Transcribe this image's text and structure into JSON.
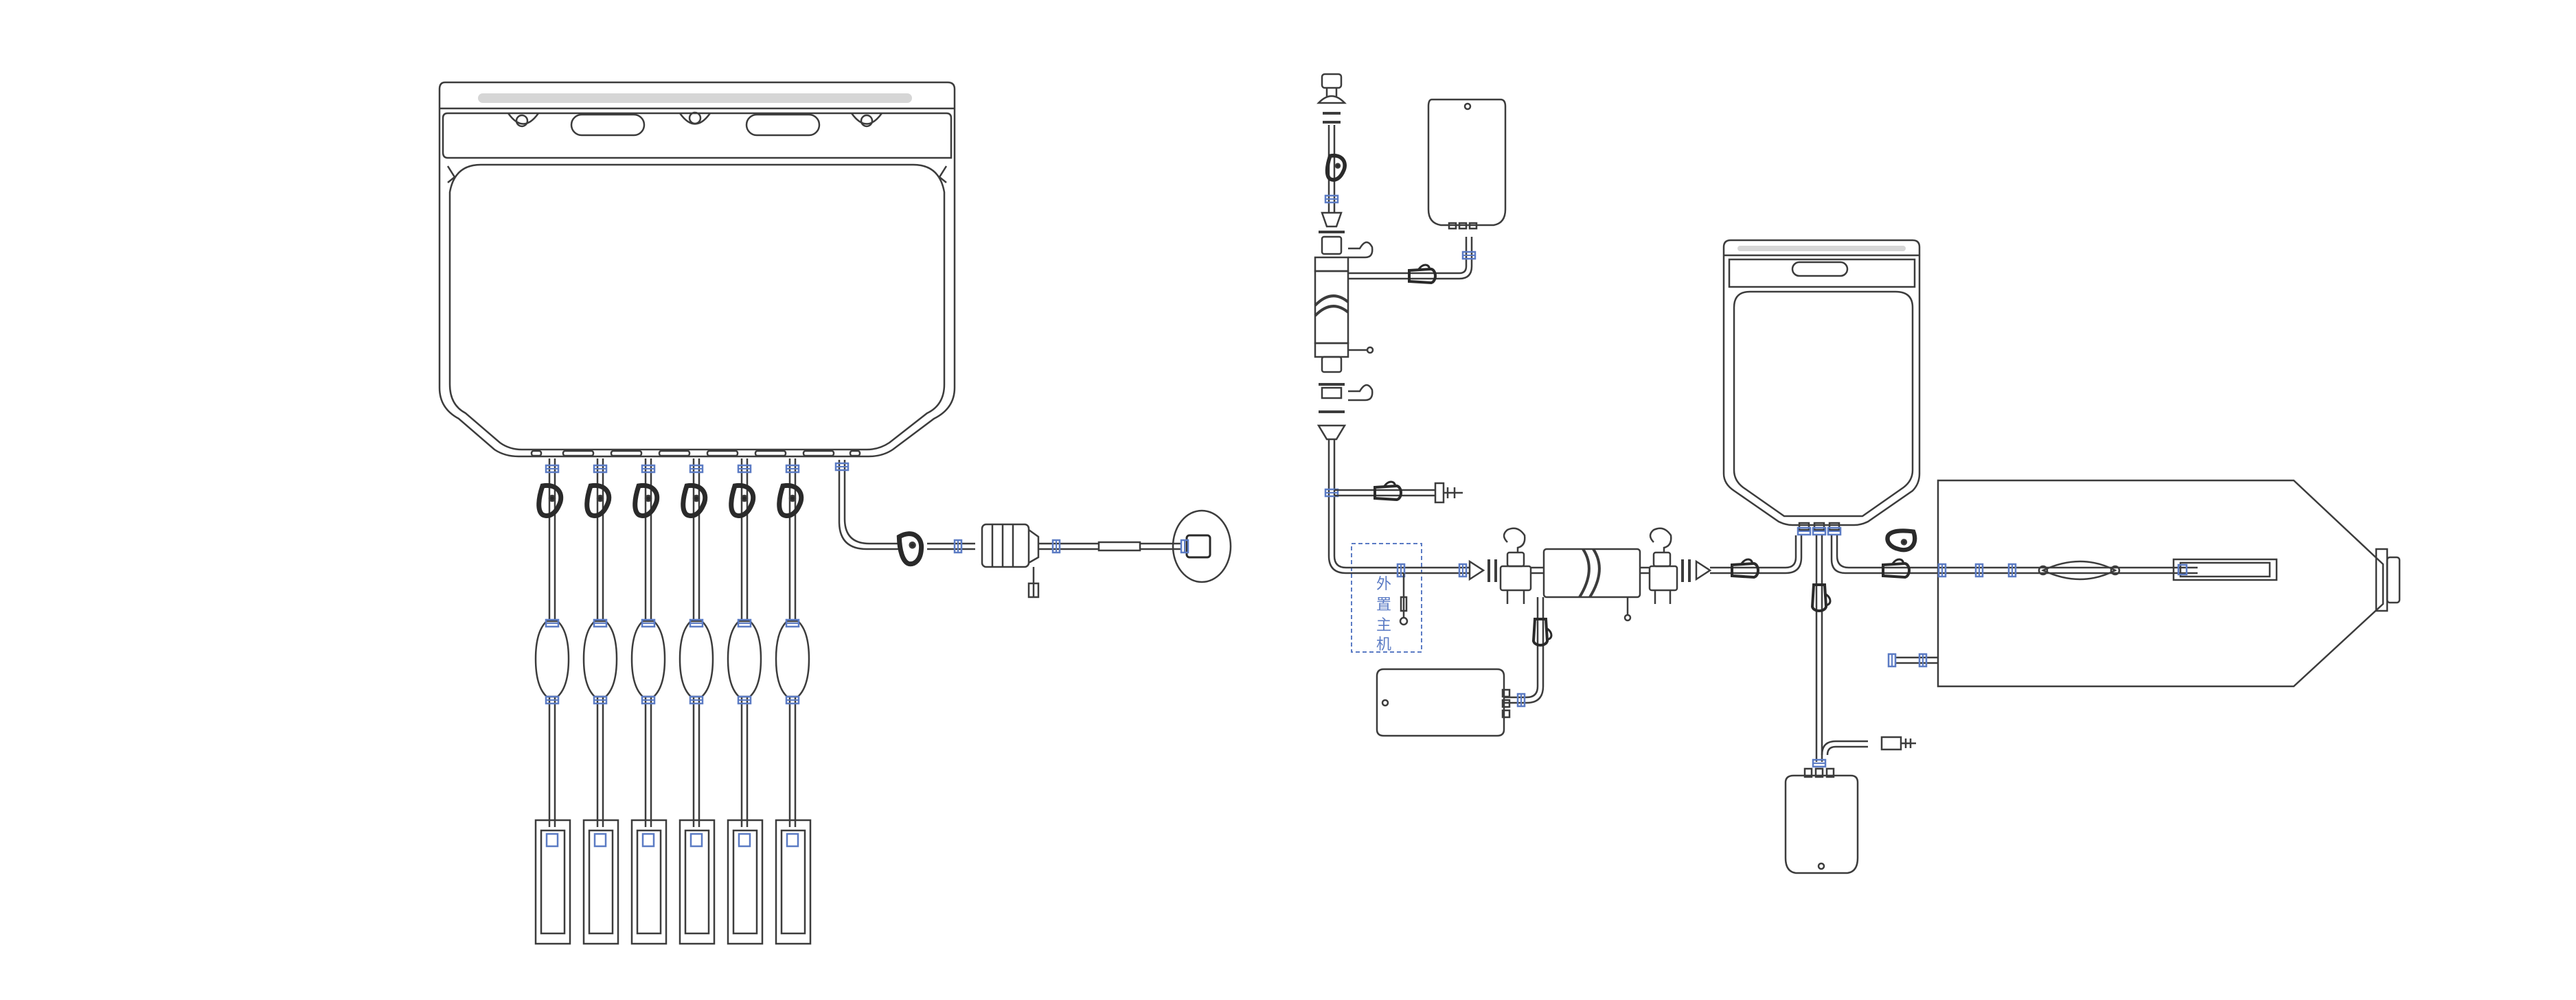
{
  "annotation": {
    "label_chars": [
      "外",
      "置",
      "主",
      "机"
    ]
  },
  "colors": {
    "line": "#3c3c3c",
    "accent": "#5b7bc4",
    "clamp": "#2a2a2a",
    "background": "#ffffff"
  },
  "left_assembly": {
    "outlet_count": 6
  }
}
